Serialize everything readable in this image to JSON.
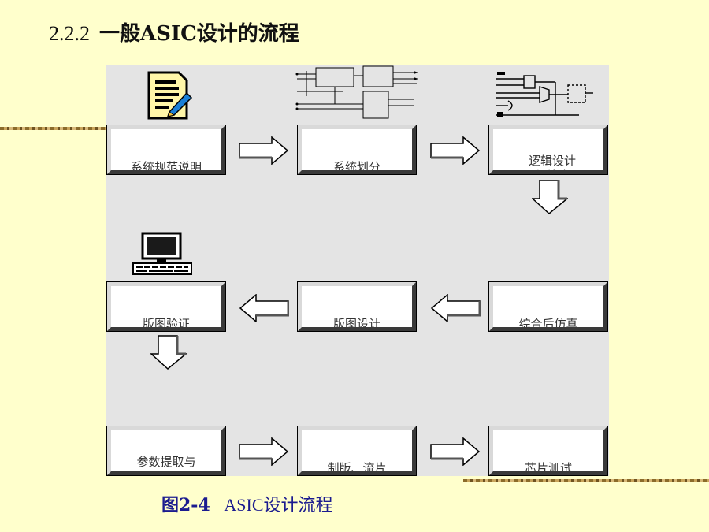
{
  "title": {
    "number": "2.2.2",
    "text": "一般ASIC设计的流程"
  },
  "caption": {
    "prefix": "图2-4",
    "text": "ASIC设计流程"
  },
  "steps": [
    {
      "label": "系统规范说明"
    },
    {
      "label": "系统划分"
    },
    {
      "label": "逻辑设计与综合"
    },
    {
      "label": "综合后仿真"
    },
    {
      "label": "版图设计"
    },
    {
      "label": "版图验证"
    },
    {
      "label": "参数提取与后仿真"
    },
    {
      "label": "制版、流片"
    },
    {
      "label": "芯片测试"
    }
  ],
  "icons": {
    "document": "document-pen-icon",
    "block_diagram": "block-diagram-icon",
    "logic_schematic": "logic-schematic-icon",
    "computer": "computer-workstation-icon"
  },
  "colors": {
    "background": "#ffffcc",
    "caption": "#1b1b8f",
    "panel": "#e4e4e4"
  }
}
